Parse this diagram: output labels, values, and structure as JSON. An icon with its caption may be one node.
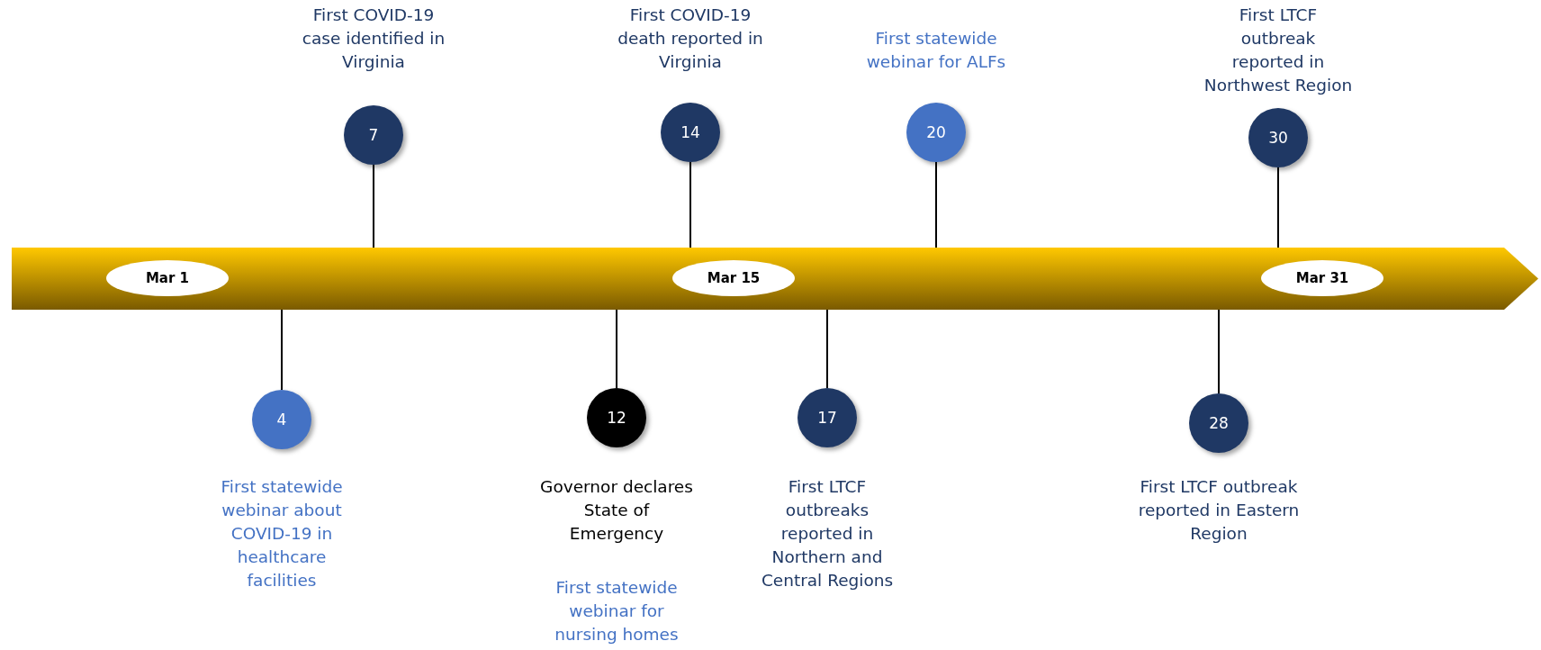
{
  "diagram": {
    "nodes": [
      {
        "text": [],
        "shape": "arrow"
      },
      {
        "text": [
          "Mar 1"
        ],
        "in": 0
      },
      {
        "text": [
          "Mar 15"
        ],
        "in": 0
      },
      {
        "text": [
          "Mar 31"
        ],
        "in": 0
      },
      {
        "text": [
          "7"
        ],
        "beside": [
          "First COVID-19 case identified in Virginia"
        ]
      },
      {
        "text": [
          "14"
        ],
        "beside": [
          "First COVID-19 death reported in Virginia"
        ]
      },
      {
        "text": [
          "20"
        ],
        "beside": [
          "First statewide webinar for ALFs"
        ]
      },
      {
        "text": [
          "30"
        ],
        "beside": [
          "First LTCF outbreak reported in Northwest Region"
        ]
      },
      {
        "text": [
          "4"
        ],
        "beside": [
          "First statewide webinar about COVID-19 in healthcare facilities"
        ]
      },
      {
        "text": [
          "12"
        ],
        "beside": [
          "Governor declares State of Emergency",
          "First statewide webinar for nursing homes"
        ]
      },
      {
        "text": [
          "17"
        ],
        "beside": [
          "First LTCF outbreaks reported in Northern and Central Regions"
        ]
      },
      {
        "text": [
          "28"
        ],
        "beside": [
          "First LTCF outbreak reported in Eastern Region"
        ]
      }
    ],
    "edges": [
      {
        "from": 4,
        "to": 0,
        "arrow": "none"
      },
      {
        "from": 5,
        "to": 0,
        "arrow": "none"
      },
      {
        "from": 6,
        "to": 0,
        "arrow": "none"
      },
      {
        "from": 7,
        "to": 0,
        "arrow": "none"
      },
      {
        "from": 0,
        "to": 8,
        "arrow": "none"
      },
      {
        "from": 0,
        "to": 9,
        "arrow": "none"
      },
      {
        "from": 0,
        "to": 10,
        "arrow": "none"
      },
      {
        "from": 0,
        "to": 11,
        "arrow": "none"
      }
    ]
  }
}
